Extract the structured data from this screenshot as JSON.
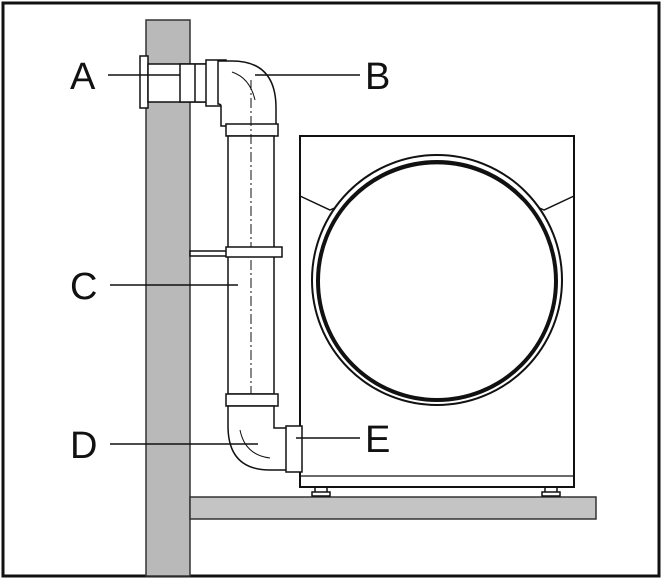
{
  "labels": {
    "a": "A",
    "b": "B",
    "c": "C",
    "d": "D",
    "e": "E"
  },
  "colors": {
    "frame": "#111111",
    "wall": "#b9b9b9",
    "floor": "#c4c4c4",
    "stroke": "#111111",
    "pipe": "#ffffff",
    "background": "#ffffff"
  }
}
